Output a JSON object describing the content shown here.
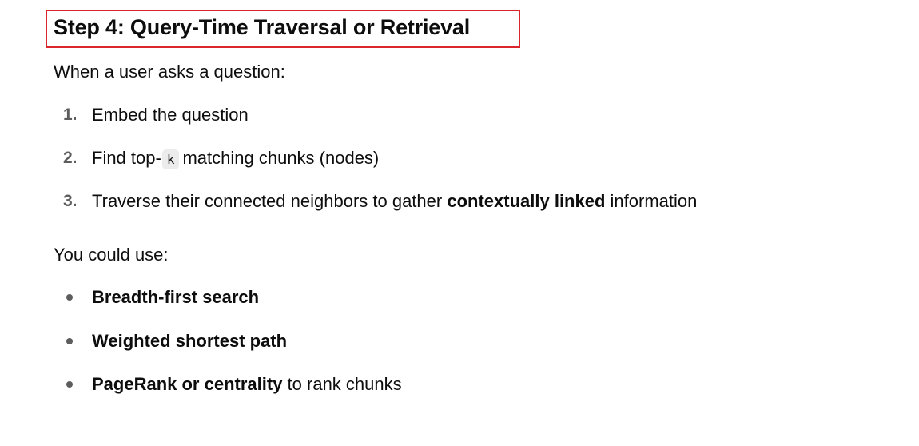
{
  "heading": "Step 4: Query-Time Traversal or Retrieval",
  "intro": "When a user asks a question:",
  "steps": [
    {
      "number": "1.",
      "text": "Embed the question"
    },
    {
      "number": "2.",
      "before": "Find top-",
      "code": "k",
      "after": "matching chunks (nodes)"
    },
    {
      "number": "3.",
      "before": "Traverse their connected neighbors to gather ",
      "bold": "contextually linked",
      "after": " information"
    }
  ],
  "could_use": "You could use:",
  "options": [
    {
      "bold": "Breadth-first search",
      "after": ""
    },
    {
      "bold": "Weighted shortest path",
      "after": ""
    },
    {
      "bold": "PageRank or centrality",
      "after": " to rank chunks"
    }
  ],
  "colors": {
    "highlight_box": "#d9262c",
    "marker": "#5d5d5d"
  }
}
